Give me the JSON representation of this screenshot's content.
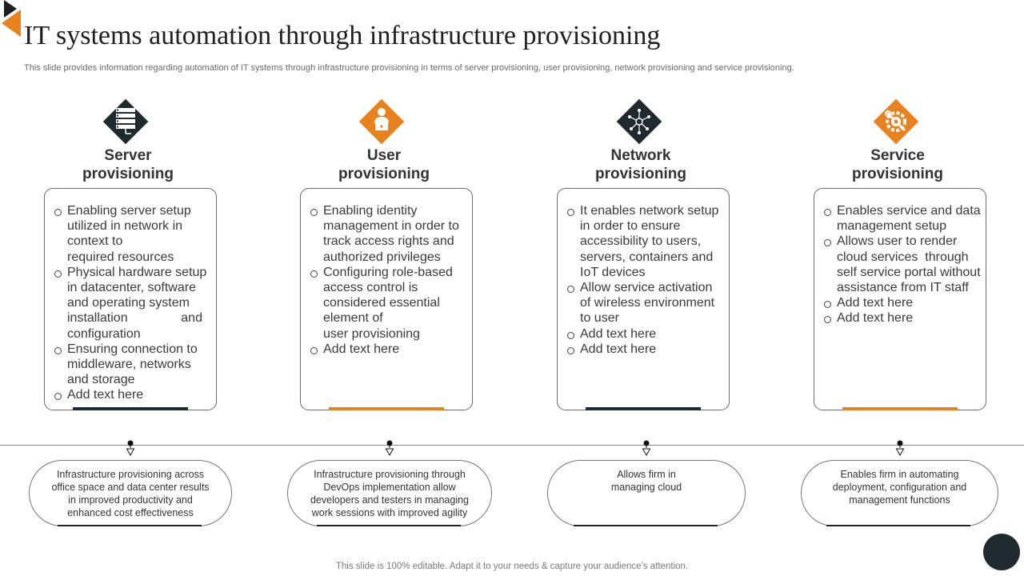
{
  "title": "IT systems automation through infrastructure provisioning",
  "subtitle": "This slide provides information regarding automation of IT systems through infrastructure provisioning in terms of server provisioning, user provisioning, network provisioning and service provisioning.",
  "footer": "This slide is 100% editable. Adapt it to your needs & capture your audience’s attention.",
  "colors": {
    "orange": "#e8821e",
    "dark": "#1f2a30"
  },
  "columns": [
    {
      "icon": "server-icon",
      "title_line1": "Server",
      "title_line2": "provisioning",
      "bullets": [
        "Enabling server setup utilized in network in context to             required resources",
        "Physical hardware setup in datacenter, software and operating system installation               and configuration",
        "Ensuring connection to middleware, networks and storage",
        "Add text here"
      ],
      "summary": "Infrastructure provisioning across office space and data center results in improved productivity and enhanced cost effectiveness"
    },
    {
      "icon": "user-icon",
      "title_line1": "User",
      "title_line2": "provisioning",
      "bullets": [
        "Enabling identity management in order to track access rights and authorized privileges",
        "Configuring role-based access control is considered essential element of                   user provisioning",
        "Add text here"
      ],
      "summary": "Infrastructure provisioning through DevOps implementation allow developers and testers in managing work sessions with improved agility"
    },
    {
      "icon": "network-icon",
      "title_line1": "Network",
      "title_line2": "provisioning",
      "bullets": [
        "It enables network setup in order to ensure accessibility to users, servers, containers and IoT devices",
        "Allow service activation of wireless environment to user",
        "Add text here",
        "Add text here"
      ],
      "summary": "Allows firm in managing cloud"
    },
    {
      "icon": "service-icon",
      "title_line1": "Service",
      "title_line2": "provisioning",
      "bullets": [
        "Enables service and data management setup",
        "Allows user to render cloud services  through self service portal without assistance from IT staff",
        "Add text here",
        "Add text here"
      ],
      "summary": "Enables firm in automating deployment, configuration and management functions"
    }
  ]
}
